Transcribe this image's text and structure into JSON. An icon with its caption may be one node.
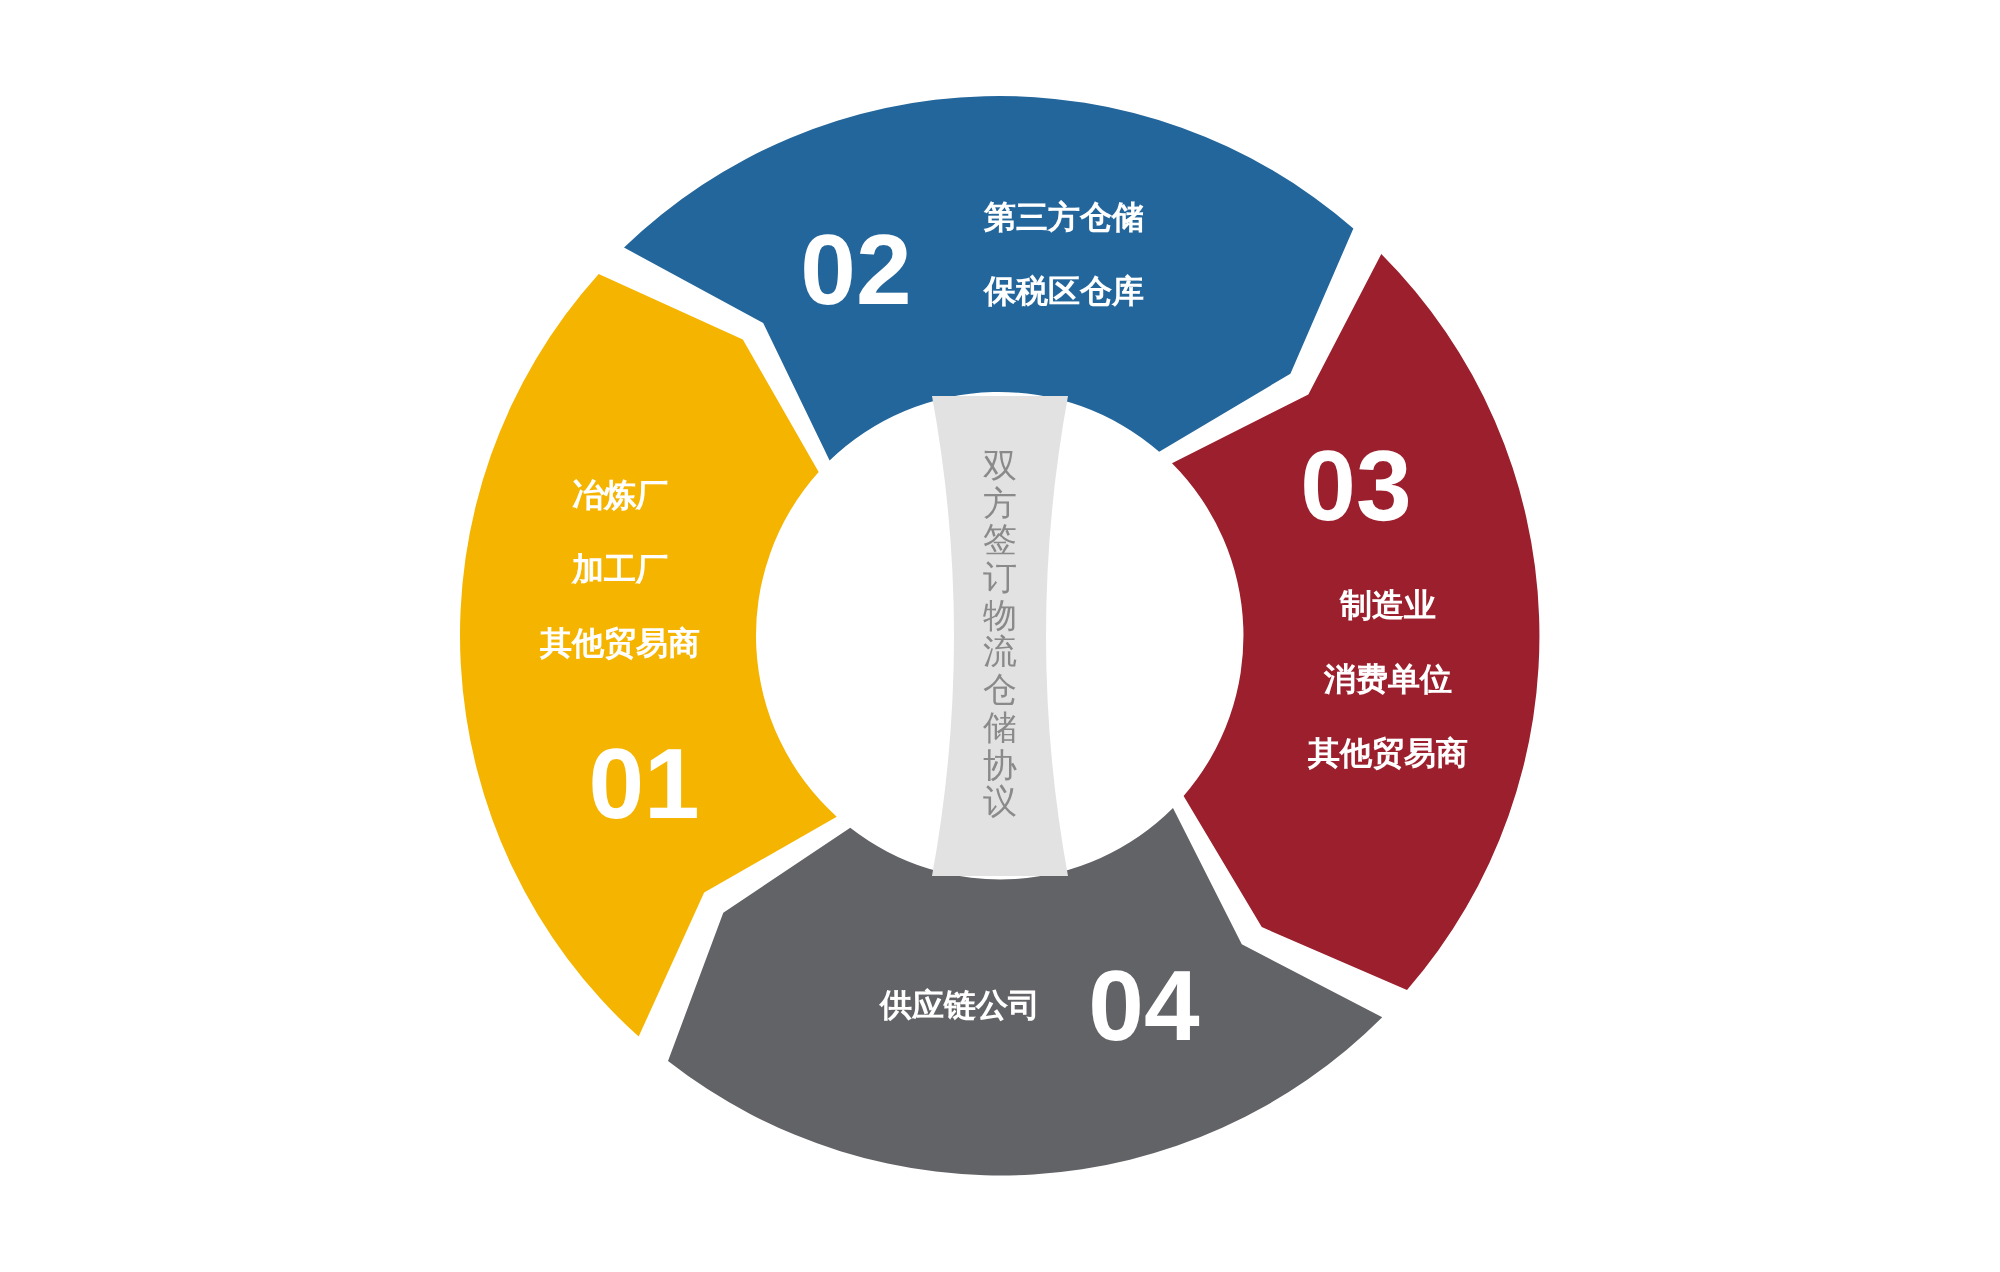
{
  "diagram": {
    "nodes": [
      {
        "text": [
          "冶炼厂",
          "加工厂",
          "其他贸易商",
          "01"
        ]
      },
      {
        "text": [
          "02",
          "第三方仓储",
          "保税区仓库"
        ]
      },
      {
        "text": [
          "03",
          "制造业",
          "消费单位",
          "其他贸易商"
        ]
      },
      {
        "text": [
          "供应链公司",
          "04"
        ]
      },
      {
        "text": [
          "双方签订物流仓储协议"
        ]
      }
    ]
  }
}
